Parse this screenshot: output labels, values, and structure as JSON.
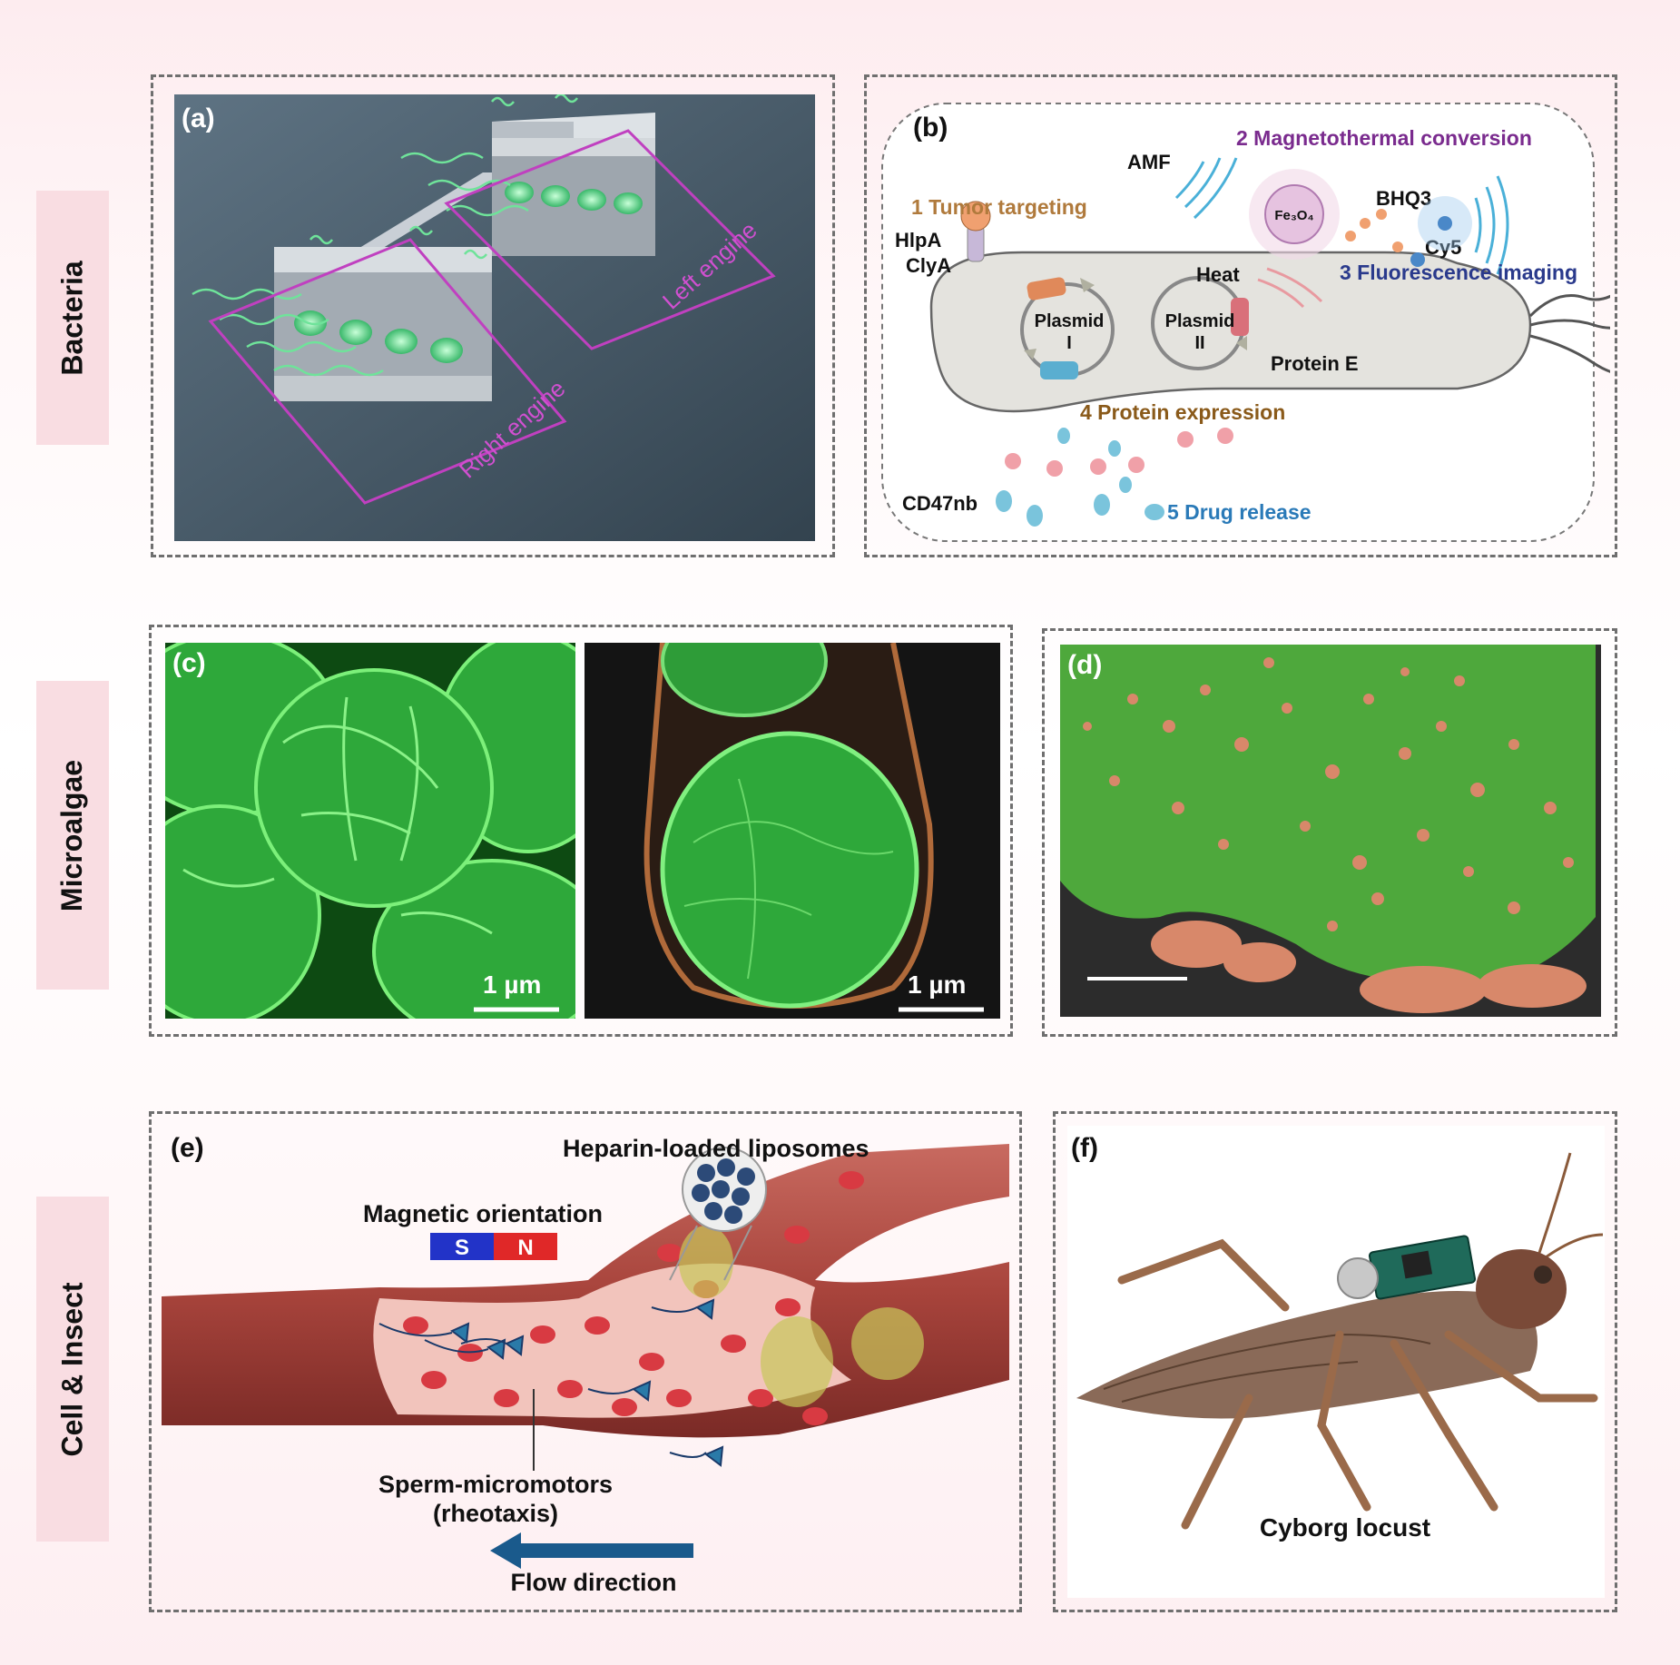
{
  "rows": {
    "bacteria": "Bacteria",
    "microalgae": "Microalgae",
    "cell_insect": "Cell & Insect"
  },
  "panels": {
    "a": {
      "label": "(a)",
      "left_engine": "Left engine",
      "right_engine": "Right engine"
    },
    "b": {
      "label": "(b)",
      "amf": "AMF",
      "step2": "2 Magnetothermal conversion",
      "step1": "1 Tumor targeting",
      "hlpa": "HlpA",
      "clya": "ClyA",
      "fe3o4": "Fe₃O₄",
      "bhq3": "BHQ3",
      "cy5": "Cy5",
      "heat": "Heat",
      "step3": "3 Fluorescence imaging",
      "plasmid1_name": "Plasmid",
      "plasmid1_num": "I",
      "plasmid2_name": "Plasmid",
      "plasmid2_num": "II",
      "protein_e": "Protein E",
      "step4": "4 Protein expression",
      "cd47nb": "CD47nb",
      "step5": "5 Drug release"
    },
    "c": {
      "label": "(c)",
      "scale_left": "1 µm",
      "scale_right": "1 µm"
    },
    "d": {
      "label": "(d)"
    },
    "e": {
      "label": "(e)",
      "liposomes": "Heparin-loaded liposomes",
      "magnetic": "Magnetic orientation",
      "pole_s": "S",
      "pole_n": "N",
      "sperm_line1": "Sperm-micromotors",
      "sperm_line2": "(rheotaxis)",
      "flow": "Flow direction"
    },
    "f": {
      "label": "(f)",
      "caption": "Cyborg locust"
    }
  },
  "colors": {
    "row_label_bg": "#f9dde2",
    "frame": "#6f6f6f",
    "tumor_targeting": "#b07a3c",
    "magnetothermal": "#7a2b8e",
    "fluorescence": "#2a3a8c",
    "protein_expression": "#8a5a1a",
    "drug_release": "#2a7ab8",
    "engine_box": "#c040c0"
  }
}
